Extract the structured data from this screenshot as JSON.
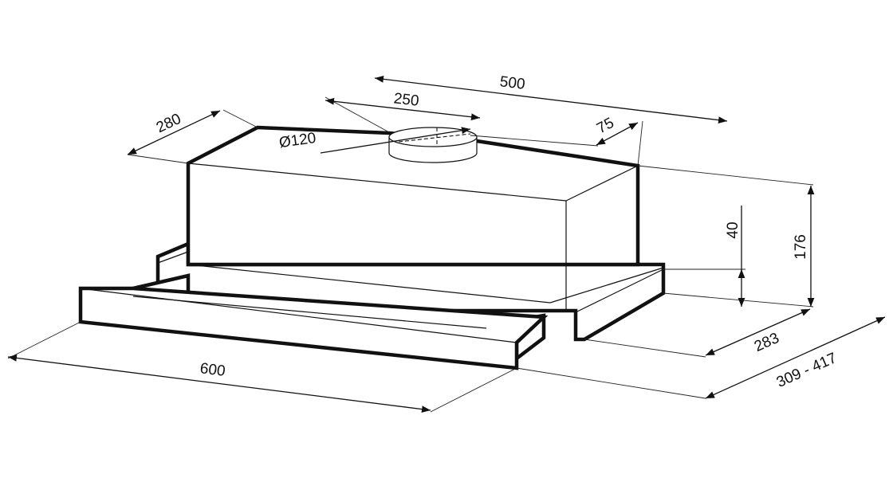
{
  "dimensions": {
    "total_width": "600",
    "body_width": "500",
    "outlet_offset": "250",
    "outlet_edge": "75",
    "depth": "280",
    "outlet_diameter": "Ø120",
    "front_height": "40",
    "total_height": "176",
    "base_depth": "283",
    "extended_depth": "309 - 417"
  }
}
